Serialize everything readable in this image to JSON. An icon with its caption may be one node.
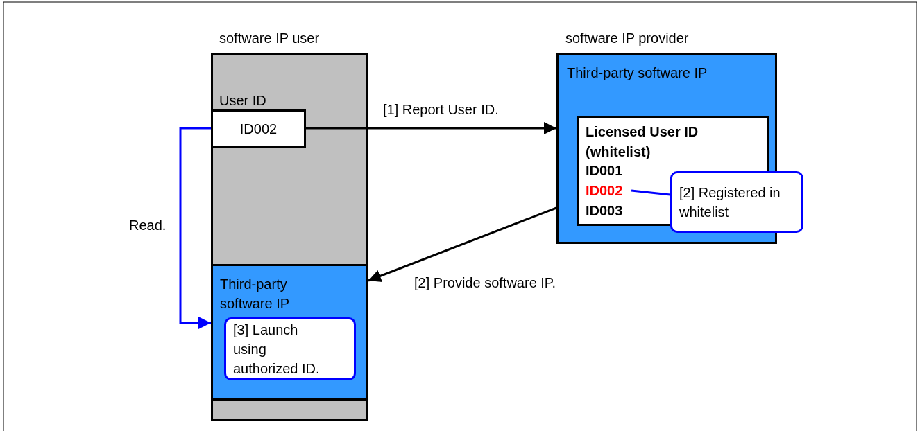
{
  "diagram": {
    "nodes": [
      {
        "text": [
          "software IP user"
        ]
      },
      {
        "text": [
          "User ID",
          "ID002"
        ],
        "in": 0
      },
      {
        "text": [
          "Third-party software IP"
        ],
        "in": 0
      },
      {
        "text": [
          "[3] Launch using authorized ID."
        ],
        "in": 2
      },
      {
        "text": [
          "software IP provider",
          "Third-party software IP"
        ]
      },
      {
        "text": [
          "Licensed User ID (whitelist)",
          "ID001",
          "ID003"
        ],
        "in": 4
      },
      {
        "text": [
          "ID002"
        ],
        "in": 5
      },
      {
        "text": [
          "[2] Registered in whitelist"
        ]
      }
    ],
    "edges": [
      {
        "from": 1,
        "to": 4,
        "arrow": "to",
        "label": "[1] Report User ID."
      },
      {
        "from": 4,
        "to": 2,
        "arrow": "to",
        "label": "[2] Provide software IP."
      },
      {
        "from": 1,
        "to": 2,
        "arrow": "to",
        "label": "Read.",
        "color": "#0000ff"
      },
      {
        "from": 7,
        "to": 6,
        "arrow": "none",
        "color": "#0000ff"
      }
    ]
  }
}
